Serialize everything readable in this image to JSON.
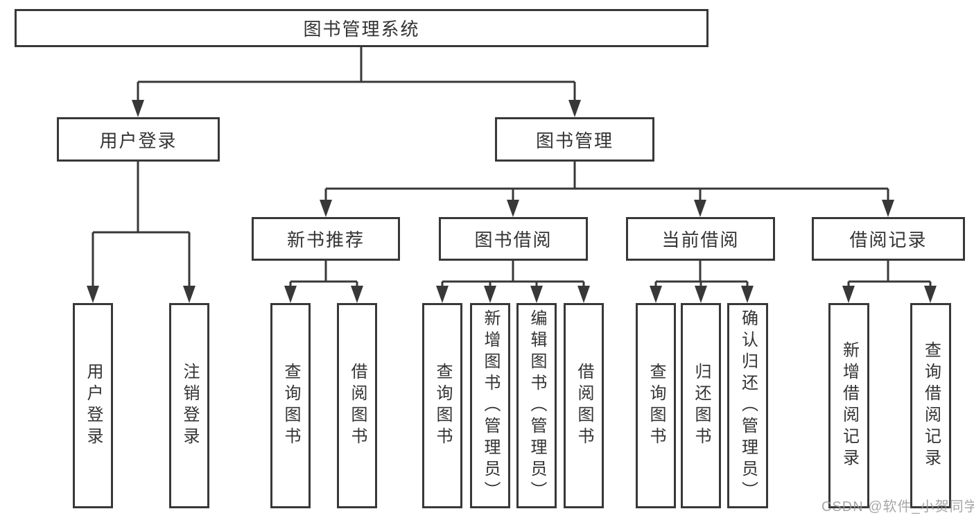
{
  "diagram": {
    "type": "hierarchy-tree",
    "tree": {
      "label": "图书管理系统",
      "children": [
        {
          "label": "用户登录",
          "children": [
            {
              "label": "用户登录"
            },
            {
              "label": "注销登录"
            }
          ]
        },
        {
          "label": "图书管理",
          "children": [
            {
              "label": "新书推荐",
              "children": [
                {
                  "label": "查询图书"
                },
                {
                  "label": "借阅图书"
                }
              ]
            },
            {
              "label": "图书借阅",
              "children": [
                {
                  "label": "查询图书"
                },
                {
                  "label": "新增图书（管理员）"
                },
                {
                  "label": "编辑图书（管理员）"
                },
                {
                  "label": "借阅图书"
                }
              ]
            },
            {
              "label": "当前借阅",
              "children": [
                {
                  "label": "查询图书"
                },
                {
                  "label": "归还图书"
                },
                {
                  "label": "确认归还（管理员）"
                }
              ]
            },
            {
              "label": "借阅记录",
              "children": [
                {
                  "label": "新增借阅记录"
                },
                {
                  "label": "查询借阅记录"
                }
              ]
            }
          ]
        }
      ]
    },
    "colors": {
      "line": "#383838",
      "box_border": "#383838",
      "text": "#333333",
      "background": "#ffffff",
      "watermark": "#969696"
    }
  },
  "watermark": {
    "text": "CSDN @软件_小贺同学"
  }
}
